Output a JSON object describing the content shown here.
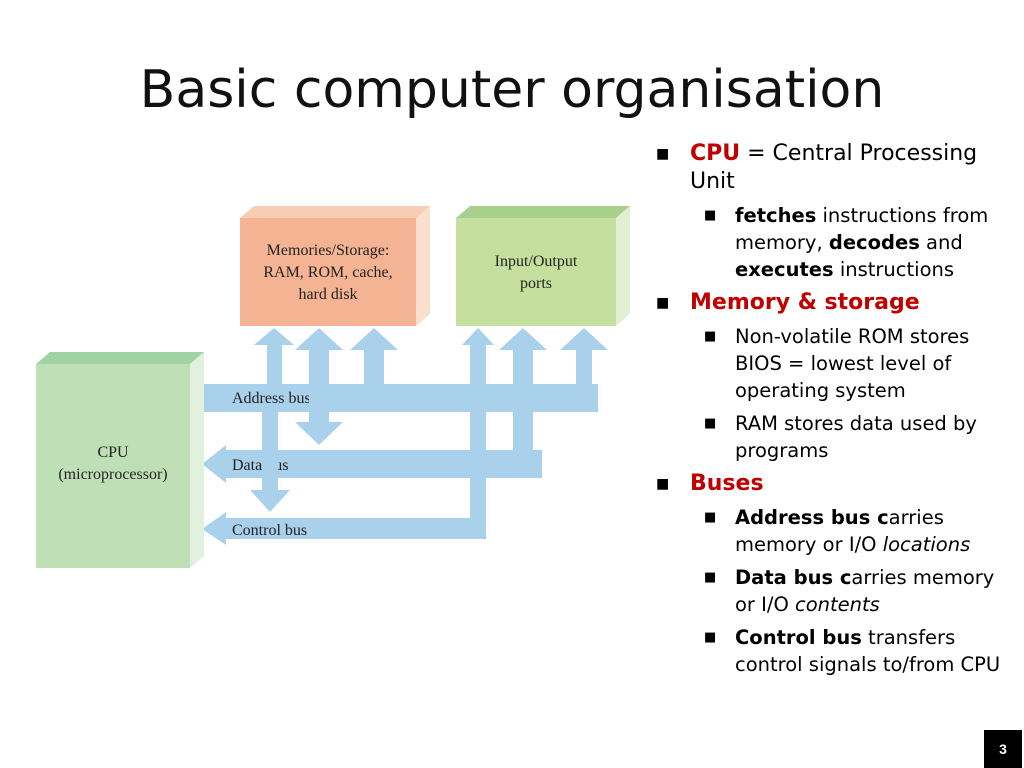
{
  "slide": {
    "title": "Basic computer organisation",
    "page_number": "3"
  },
  "diagram": {
    "memory_box": {
      "line1": "Memories/Storage:",
      "line2": "RAM, ROM, cache,",
      "line3": "hard disk",
      "color": "#f4b493"
    },
    "io_box": {
      "line1": "Input/Output",
      "line2": "ports",
      "color": "#c5df9e"
    },
    "cpu_box": {
      "line1": "CPU",
      "line2": "(microprocessor)",
      "color": "#bfe0b6"
    },
    "buses": {
      "address": "Address bus",
      "data": "Data bus",
      "control": "Control bus",
      "color": "#a9d1ec"
    }
  },
  "bullets": {
    "cpu": {
      "term": "CPU",
      "rest": " = Central Processing Unit"
    },
    "cpu_sub1": {
      "b1": "fetches",
      "t1": " instructions from memory, ",
      "b2": "decodes",
      "t2": " and ",
      "b3": "executes",
      "t3": " instructions"
    },
    "memory": {
      "term": "Memory & storage"
    },
    "memory_sub1": "Non-volatile ROM stores BIOS = lowest level of operating system",
    "memory_sub2": "RAM stores data used by programs",
    "buses": {
      "term": "Buses"
    },
    "address_sub": {
      "b": "Address bus c",
      "t": "arries memory or I/O ",
      "i": "locations"
    },
    "data_sub": {
      "b": "Data bus c",
      "t": "arries memory or I/O ",
      "i": "contents"
    },
    "control_sub": {
      "b": "Control bus",
      "t": " transfers control signals to/from CPU"
    }
  }
}
